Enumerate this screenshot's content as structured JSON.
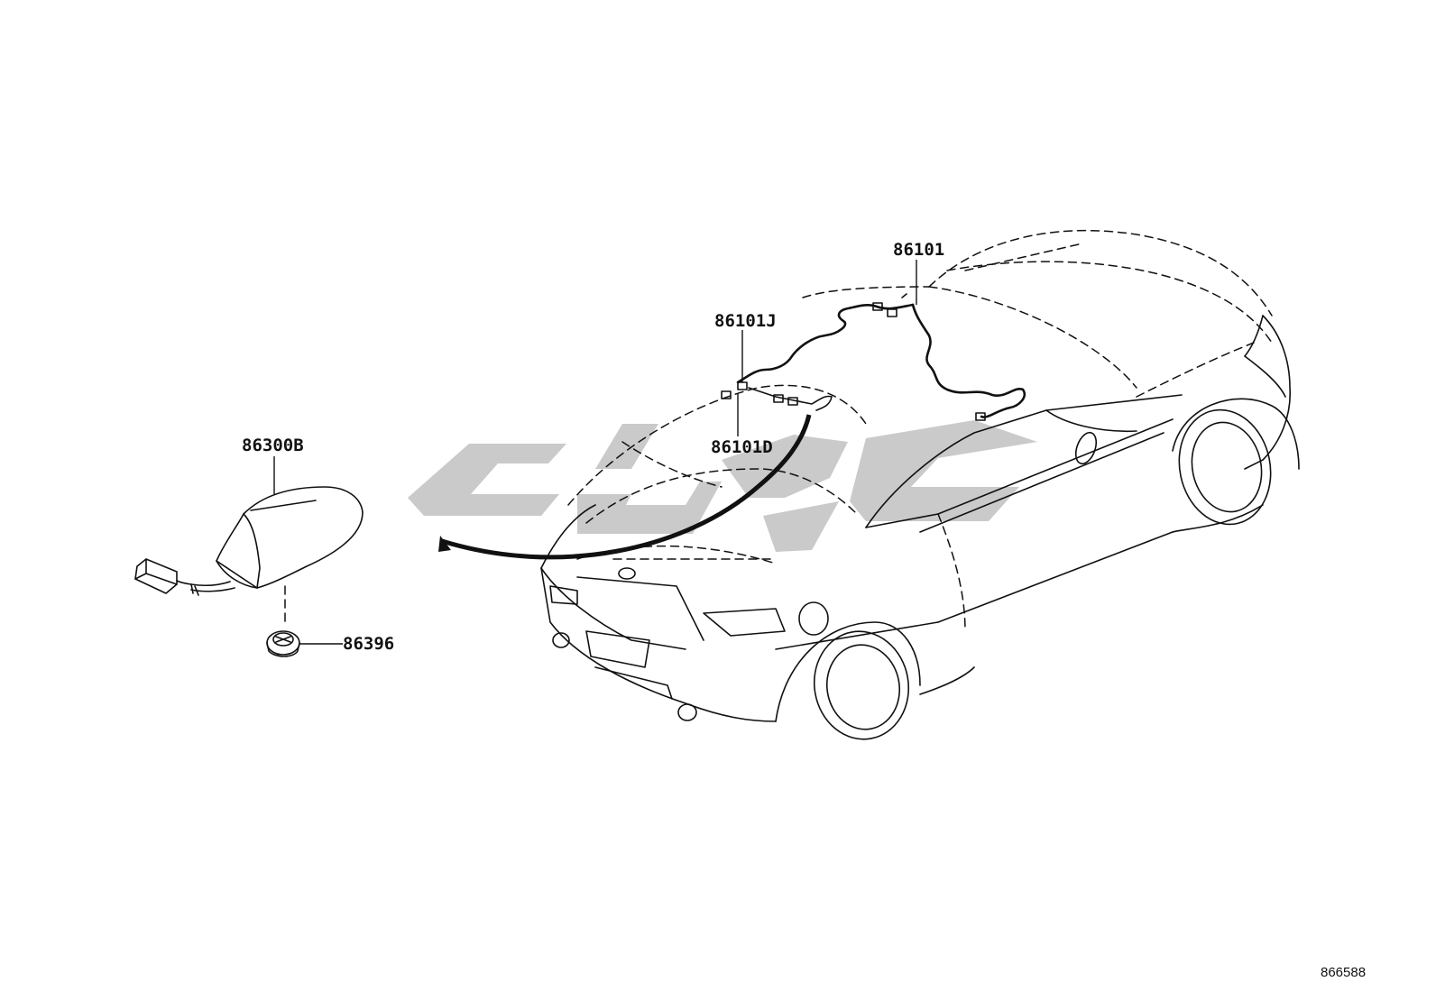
{
  "diagram": {
    "callouts": {
      "antenna_assembly": "86300B",
      "antenna_base_nut": "86396",
      "cord_main": "86101",
      "cord_j": "86101J",
      "cord_d": "86101D"
    },
    "catalog_id": "866588",
    "watermark_color": "#c6c6c6",
    "line_color": "#111111"
  }
}
